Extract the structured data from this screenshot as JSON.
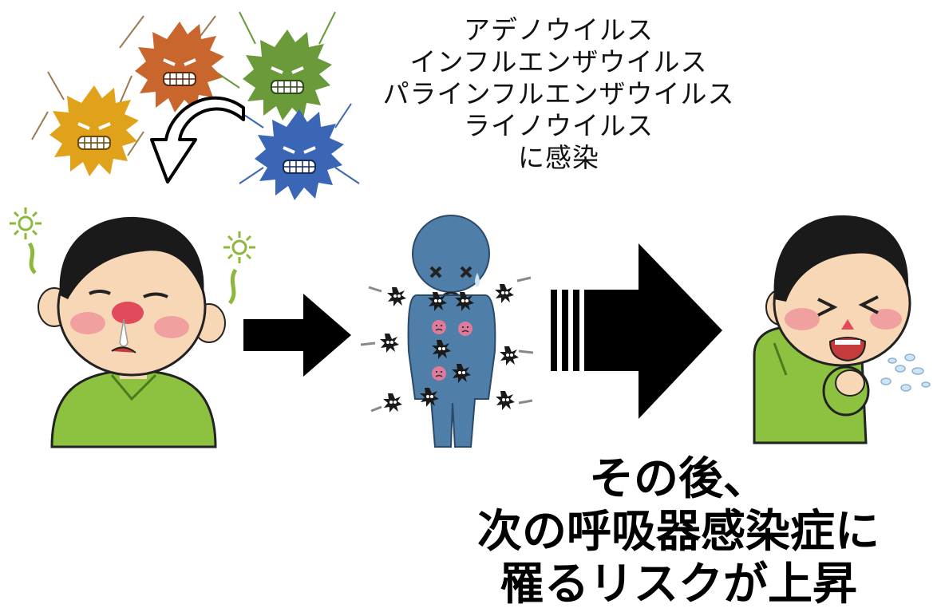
{
  "infection": {
    "viruses": [
      "アデノウイルス",
      "インフルエンザウイルス",
      "パラインフルエンザウイルス",
      "ライノウイルス"
    ],
    "suffix": "に感染"
  },
  "caption": {
    "line1": "その後、",
    "line2": "次の呼吸器感染症に",
    "line3": "罹るリスクが上昇"
  },
  "colors": {
    "virus_orange": "#c8662e",
    "virus_green": "#6b9a3a",
    "virus_yellow": "#e0a21a",
    "virus_blue": "#3a66b5",
    "body_blue": "#4f7ea8",
    "shirt_green": "#8cc23f",
    "skin": "#f7d7b5",
    "hair": "#1a1a1a"
  }
}
